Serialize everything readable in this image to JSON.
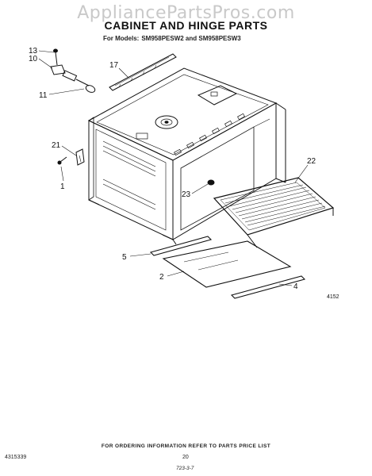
{
  "watermark": "AppliancePartsPros.com",
  "header": {
    "title": "CABINET AND HINGE PARTS",
    "models_prefix": "For Models:",
    "models_text": "SM958PESW2 and SM958PESW3"
  },
  "callouts": {
    "c13": "13",
    "c10": "10",
    "c17": "17",
    "c11": "11",
    "c21": "21",
    "c1": "1",
    "c22": "22",
    "c23": "23",
    "c5": "5",
    "c2": "2",
    "c4": "4"
  },
  "figure_number": "4152",
  "footer": {
    "ordering_note": "FOR ORDERING INFORMATION REFER TO PARTS PRICE LIST",
    "part_number": "4315339",
    "page_number": "20",
    "code": "723-3-7"
  }
}
